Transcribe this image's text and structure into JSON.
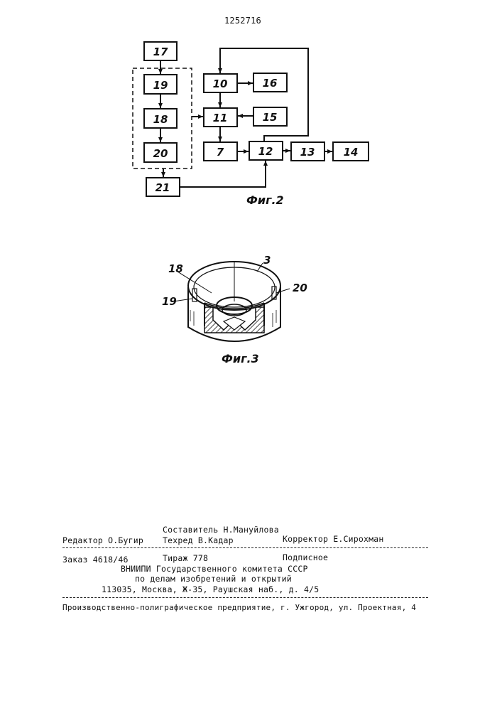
{
  "patent_number": "1252716",
  "figure2": {
    "caption": "Фиг.2",
    "blocks": {
      "b17": "17",
      "b19": "19",
      "b18": "18",
      "b20": "20",
      "b21": "21",
      "b10": "10",
      "b16": "16",
      "b11": "11",
      "b15": "15",
      "b7": "7",
      "b12": "12",
      "b13": "13",
      "b14": "14"
    }
  },
  "figure3": {
    "caption": "Фиг.3",
    "labels": {
      "l18": "18",
      "l3": "3",
      "l19": "19",
      "l20": "20"
    }
  },
  "imprint": {
    "composer": "Составитель  Н.Мануйлова",
    "editor": "Редактор О.Бугир",
    "techred": "Техред В.Кадар",
    "corrector": "Корректор Е.Сирохман",
    "order": "Заказ 4618/46",
    "print_run": "Тираж 778",
    "subscription": "Подписное",
    "org_line1": "ВНИИПИ Государственного комитета СССР",
    "org_line2": "по делам изобретений и открытий",
    "address": "113035, Москва, Ж-35, Раушская наб., д. 4/5",
    "printer": "Производственно-полиграфическое предприятие, г. Ужгород, ул. Проектная, 4"
  }
}
